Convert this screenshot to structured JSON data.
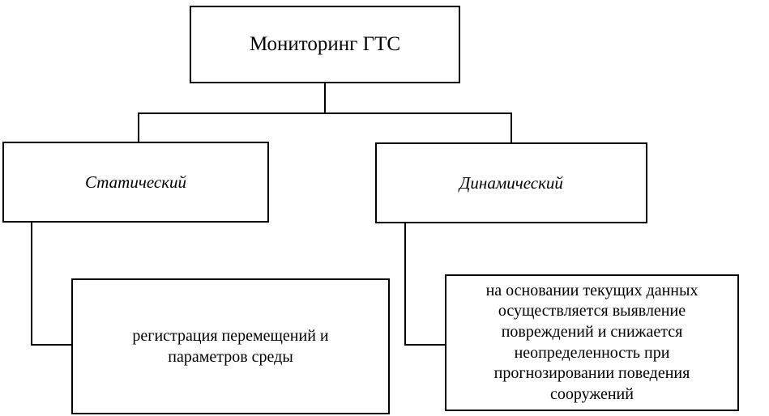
{
  "diagram": {
    "title": "Мониторинг ГТС",
    "type": "hierarchy-tree",
    "orientation": "top-down",
    "colors": {
      "background": "#ffffff",
      "box_border": "#000000",
      "box_fill": "#ffffff",
      "connector": "#000000",
      "text": "#000000"
    },
    "nodes": {
      "root": {
        "label": "Мониторинг ГТС",
        "level": 1,
        "style": "normal"
      },
      "static": {
        "label": "Статический",
        "level": 2,
        "style": "italic"
      },
      "dynamic": {
        "label": "Динамический",
        "level": 2,
        "style": "italic"
      },
      "static_detail": {
        "label": "регистрация перемещений и\nпараметров среды",
        "level": 3,
        "style": "normal"
      },
      "dynamic_detail": {
        "label": "на основании текущих данных\nосуществляется выявление\nповреждений и снижается\nнеопределенность при\nпрогнозировании поведения\nсооружений",
        "level": 3,
        "style": "normal"
      }
    },
    "edges": [
      {
        "from": "root",
        "to": "static"
      },
      {
        "from": "root",
        "to": "dynamic"
      },
      {
        "from": "static",
        "to": "static_detail"
      },
      {
        "from": "dynamic",
        "to": "dynamic_detail"
      }
    ]
  }
}
